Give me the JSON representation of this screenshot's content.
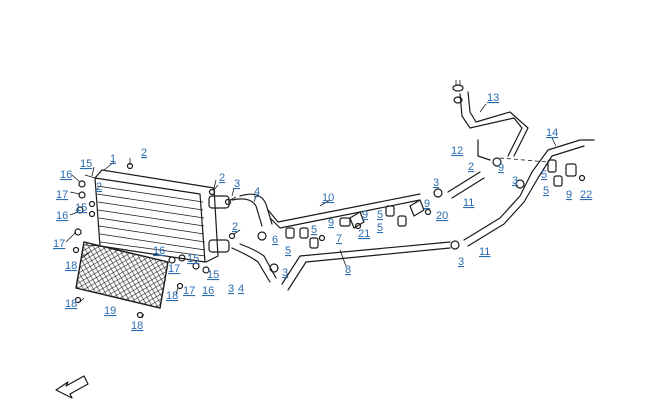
{
  "diagram": {
    "callouts": [
      {
        "id": "c1",
        "text": "1"
      },
      {
        "id": "c2a",
        "text": "2"
      },
      {
        "id": "c2b",
        "text": "2"
      },
      {
        "id": "c2c",
        "text": "2"
      },
      {
        "id": "c2d",
        "text": "2"
      },
      {
        "id": "c2e",
        "text": "2"
      },
      {
        "id": "c3a",
        "text": "3"
      },
      {
        "id": "c3b",
        "text": "3"
      },
      {
        "id": "c3c",
        "text": "3"
      },
      {
        "id": "c3d",
        "text": "3"
      },
      {
        "id": "c3e",
        "text": "3"
      },
      {
        "id": "c3f",
        "text": "3"
      },
      {
        "id": "c4a",
        "text": "4"
      },
      {
        "id": "c4b",
        "text": "4"
      },
      {
        "id": "c5a",
        "text": "5"
      },
      {
        "id": "c5b",
        "text": "5"
      },
      {
        "id": "c5c",
        "text": "5"
      },
      {
        "id": "c5d",
        "text": "5"
      },
      {
        "id": "c5e",
        "text": "5"
      },
      {
        "id": "c5f",
        "text": "5"
      },
      {
        "id": "c6",
        "text": "6"
      },
      {
        "id": "c7",
        "text": "7"
      },
      {
        "id": "c8",
        "text": "8"
      },
      {
        "id": "c9a",
        "text": "9"
      },
      {
        "id": "c9b",
        "text": "9"
      },
      {
        "id": "c9c",
        "text": "9"
      },
      {
        "id": "c9d",
        "text": "9"
      },
      {
        "id": "c9e",
        "text": "9"
      },
      {
        "id": "c10",
        "text": "10"
      },
      {
        "id": "c11a",
        "text": "11"
      },
      {
        "id": "c11b",
        "text": "11"
      },
      {
        "id": "c12",
        "text": "12"
      },
      {
        "id": "c13",
        "text": "13"
      },
      {
        "id": "c14",
        "text": "14"
      },
      {
        "id": "c15a",
        "text": "15"
      },
      {
        "id": "c15b",
        "text": "15"
      },
      {
        "id": "c15c",
        "text": "15"
      },
      {
        "id": "c15d",
        "text": "15"
      },
      {
        "id": "c16a",
        "text": "16"
      },
      {
        "id": "c16b",
        "text": "16"
      },
      {
        "id": "c16c",
        "text": "16"
      },
      {
        "id": "c16d",
        "text": "16"
      },
      {
        "id": "c17a",
        "text": "17"
      },
      {
        "id": "c17b",
        "text": "17"
      },
      {
        "id": "c17c",
        "text": "17"
      },
      {
        "id": "c17d",
        "text": "17"
      },
      {
        "id": "c18a",
        "text": "18"
      },
      {
        "id": "c18b",
        "text": "18"
      },
      {
        "id": "c18c",
        "text": "18"
      },
      {
        "id": "c18d",
        "text": "18"
      },
      {
        "id": "c19",
        "text": "19"
      },
      {
        "id": "c20",
        "text": "20"
      },
      {
        "id": "c21",
        "text": "21"
      },
      {
        "id": "c22",
        "text": "22"
      }
    ]
  }
}
